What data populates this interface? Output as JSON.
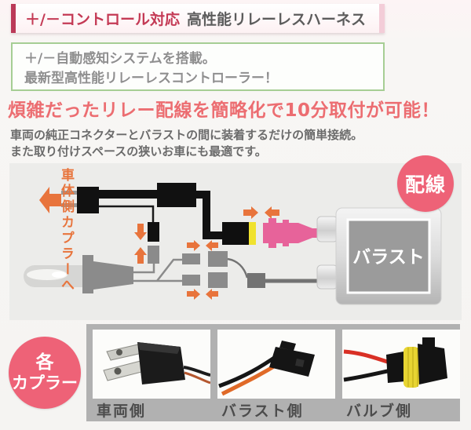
{
  "header": {
    "highlight": "＋/－コントロール対応",
    "title": "高性能リレーレスハーネス"
  },
  "feature_box": {
    "line1": "＋/－自動感知システムを搭載。",
    "line2": "最新型高性能リレーレスコントローラー！"
  },
  "headline": "煩雑だったリレー配線を簡略化で10分取付が可能！",
  "description": {
    "line1": "車両の純正コネクターとバラストの間に装着するだけの簡単接続。",
    "line2": "また取り付けスペースの狭いお車にも最適です。"
  },
  "diagram": {
    "wiring_badge": "配線",
    "vehicle_side_label": "車体側カプラーへ",
    "ballast_label": "バラスト"
  },
  "couplers": {
    "badge_line1": "各",
    "badge_line2": "カプラー",
    "items": [
      {
        "label": "車両側"
      },
      {
        "label": "バラスト側"
      },
      {
        "label": "バルブ側"
      }
    ]
  },
  "colors": {
    "accent_crimson": "#c43a55",
    "headline_red": "#ec6d71",
    "arrow_orange": "#e8743c",
    "badge_pink": "#ee6277",
    "connector_pink": "#e7639a",
    "green_border": "#a6ce94",
    "frame_gray": "#b1b1b1"
  }
}
